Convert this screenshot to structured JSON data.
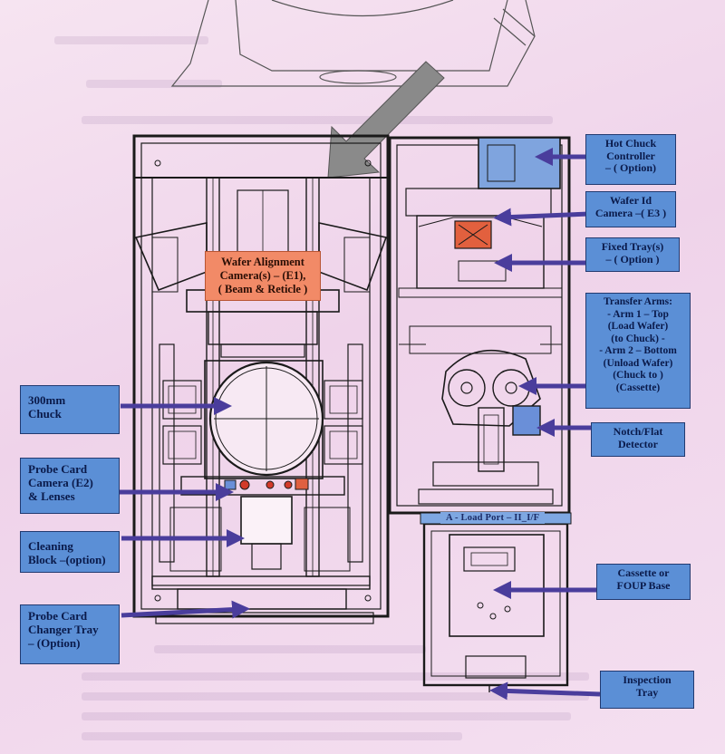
{
  "labels": {
    "hot_chuck": "Hot Chuck\nController\n– ( Option)",
    "wafer_id": "Wafer Id\nCamera –( E3 )",
    "fixed_tray": "Fixed Tray(s)\n– ( Option )",
    "wafer_alignment": "Wafer Alignment\nCamera(s) – (E1),\n( Beam & Reticle )",
    "transfer_arms": "Transfer Arms:\n- Arm 1 – Top\n(Load Wafer)\n(to Chuck) -\n- Arm 2 – Bottom\n(Unload Wafer)\n(Chuck to )\n(Cassette)",
    "chuck": "300mm\nChuck",
    "notch": "Notch/Flat\nDetector",
    "probe_card_camera": "Probe Card\nCamera (E2)\n& Lenses",
    "cleaning": "Cleaning\nBlock –(option)",
    "cassette": "Cassette or\nFOUP Base",
    "changer_tray": "Probe Card\nChanger Tray\n– (Option)",
    "inspection": "Inspection\nTray",
    "load_port": "A - Load Port – II_I/F"
  },
  "colors": {
    "label_fill": "#5b8fd6",
    "label_border": "#223a70",
    "highlight_fill": "#f28a67",
    "arrow": "#4a3d9c",
    "line_art": "#1a1a1a",
    "page": "#f3dcef"
  }
}
